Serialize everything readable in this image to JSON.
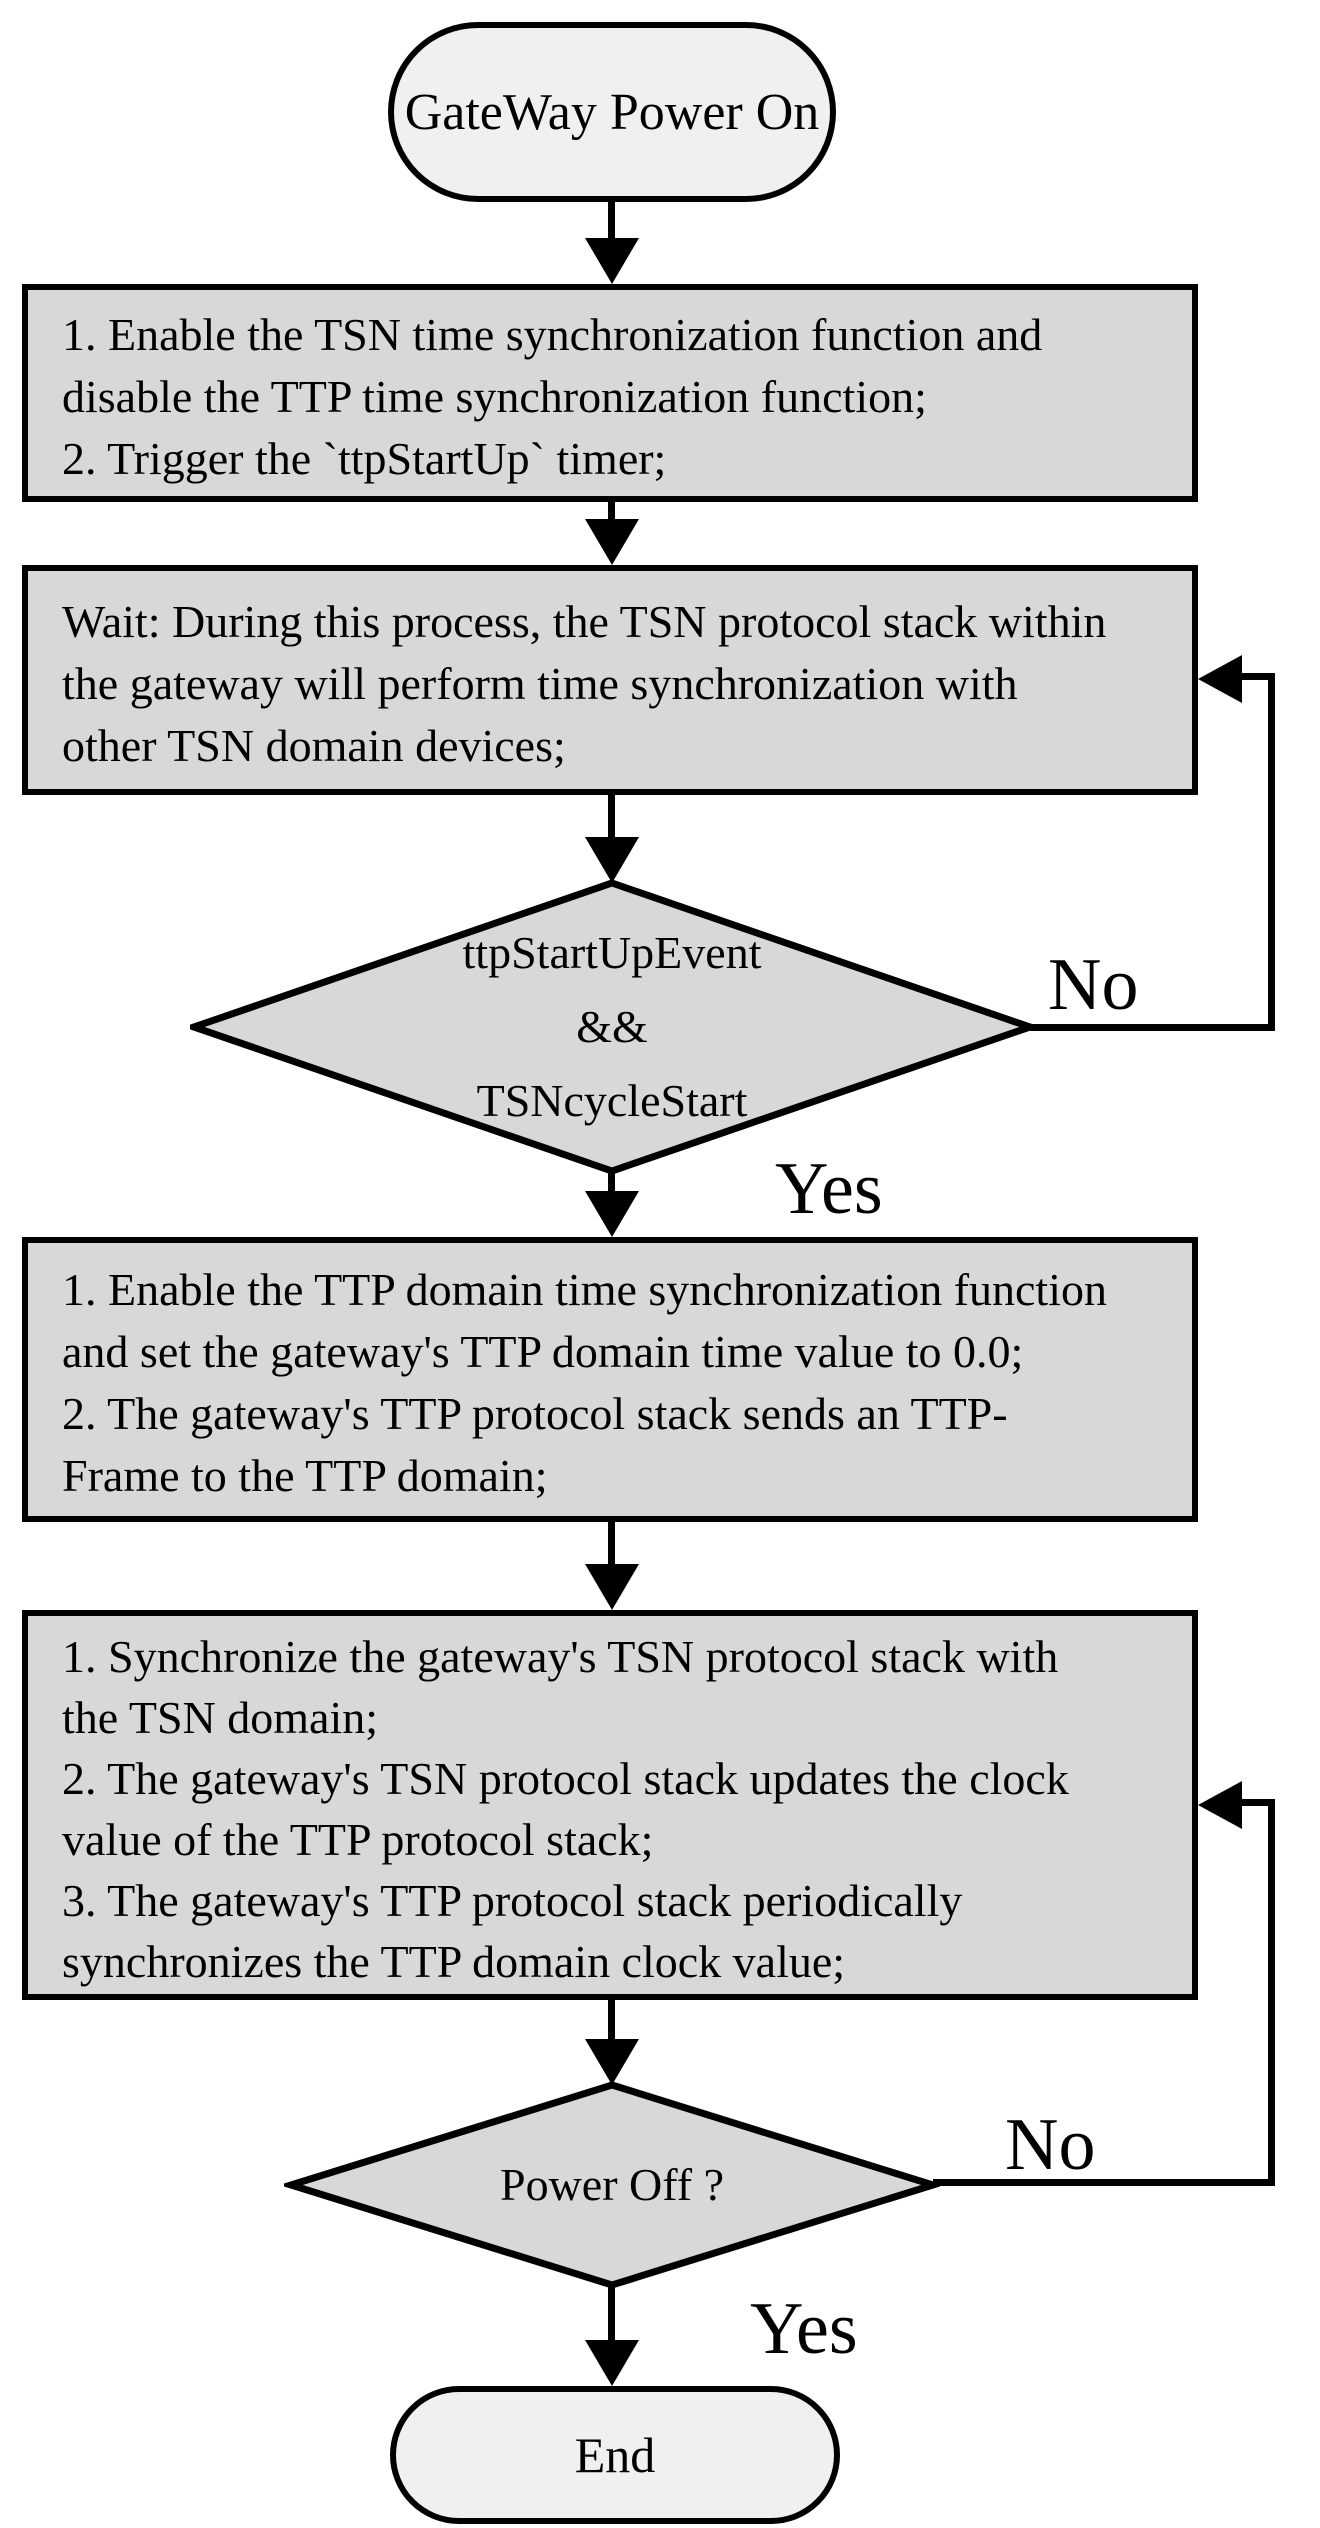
{
  "colors": {
    "background": "#ffffff",
    "process_fill": "#d8d8d8",
    "terminal_fill": "#f0f0f0",
    "stroke": "#000000"
  },
  "nodes": {
    "start": {
      "label": "GateWay Power On"
    },
    "box1": {
      "lines": [
        "1. Enable the TSN time synchronization function and",
        "disable the TTP time synchronization function;",
        "2. Trigger the `ttpStartUp` timer;"
      ]
    },
    "box2": {
      "lines": [
        "Wait: During this process, the TSN protocol stack within",
        "the gateway will perform time synchronization with",
        "other TSN domain devices;"
      ]
    },
    "decision1": {
      "lines": [
        "ttpStartUpEvent",
        "&&",
        "TSNcycleStart"
      ],
      "no_label": "No",
      "yes_label": "Yes"
    },
    "box3": {
      "lines": [
        "1. Enable the TTP domain time synchronization function",
        "and set the gateway's TTP domain time value to 0.0;",
        "2. The gateway's TTP protocol stack sends an TTP-",
        "Frame to the TTP domain;"
      ]
    },
    "box4": {
      "lines": [
        "1. Synchronize the gateway's TSN protocol stack with",
        "the TSN domain;",
        "2. The gateway's TSN protocol stack updates the clock",
        "value of the TTP protocol stack;",
        "3. The gateway's TTP protocol stack periodically",
        "synchronizes the TTP domain clock value;"
      ]
    },
    "decision2": {
      "label": "Power Off ?",
      "no_label": "No",
      "yes_label": "Yes"
    },
    "end": {
      "label": "End"
    }
  }
}
